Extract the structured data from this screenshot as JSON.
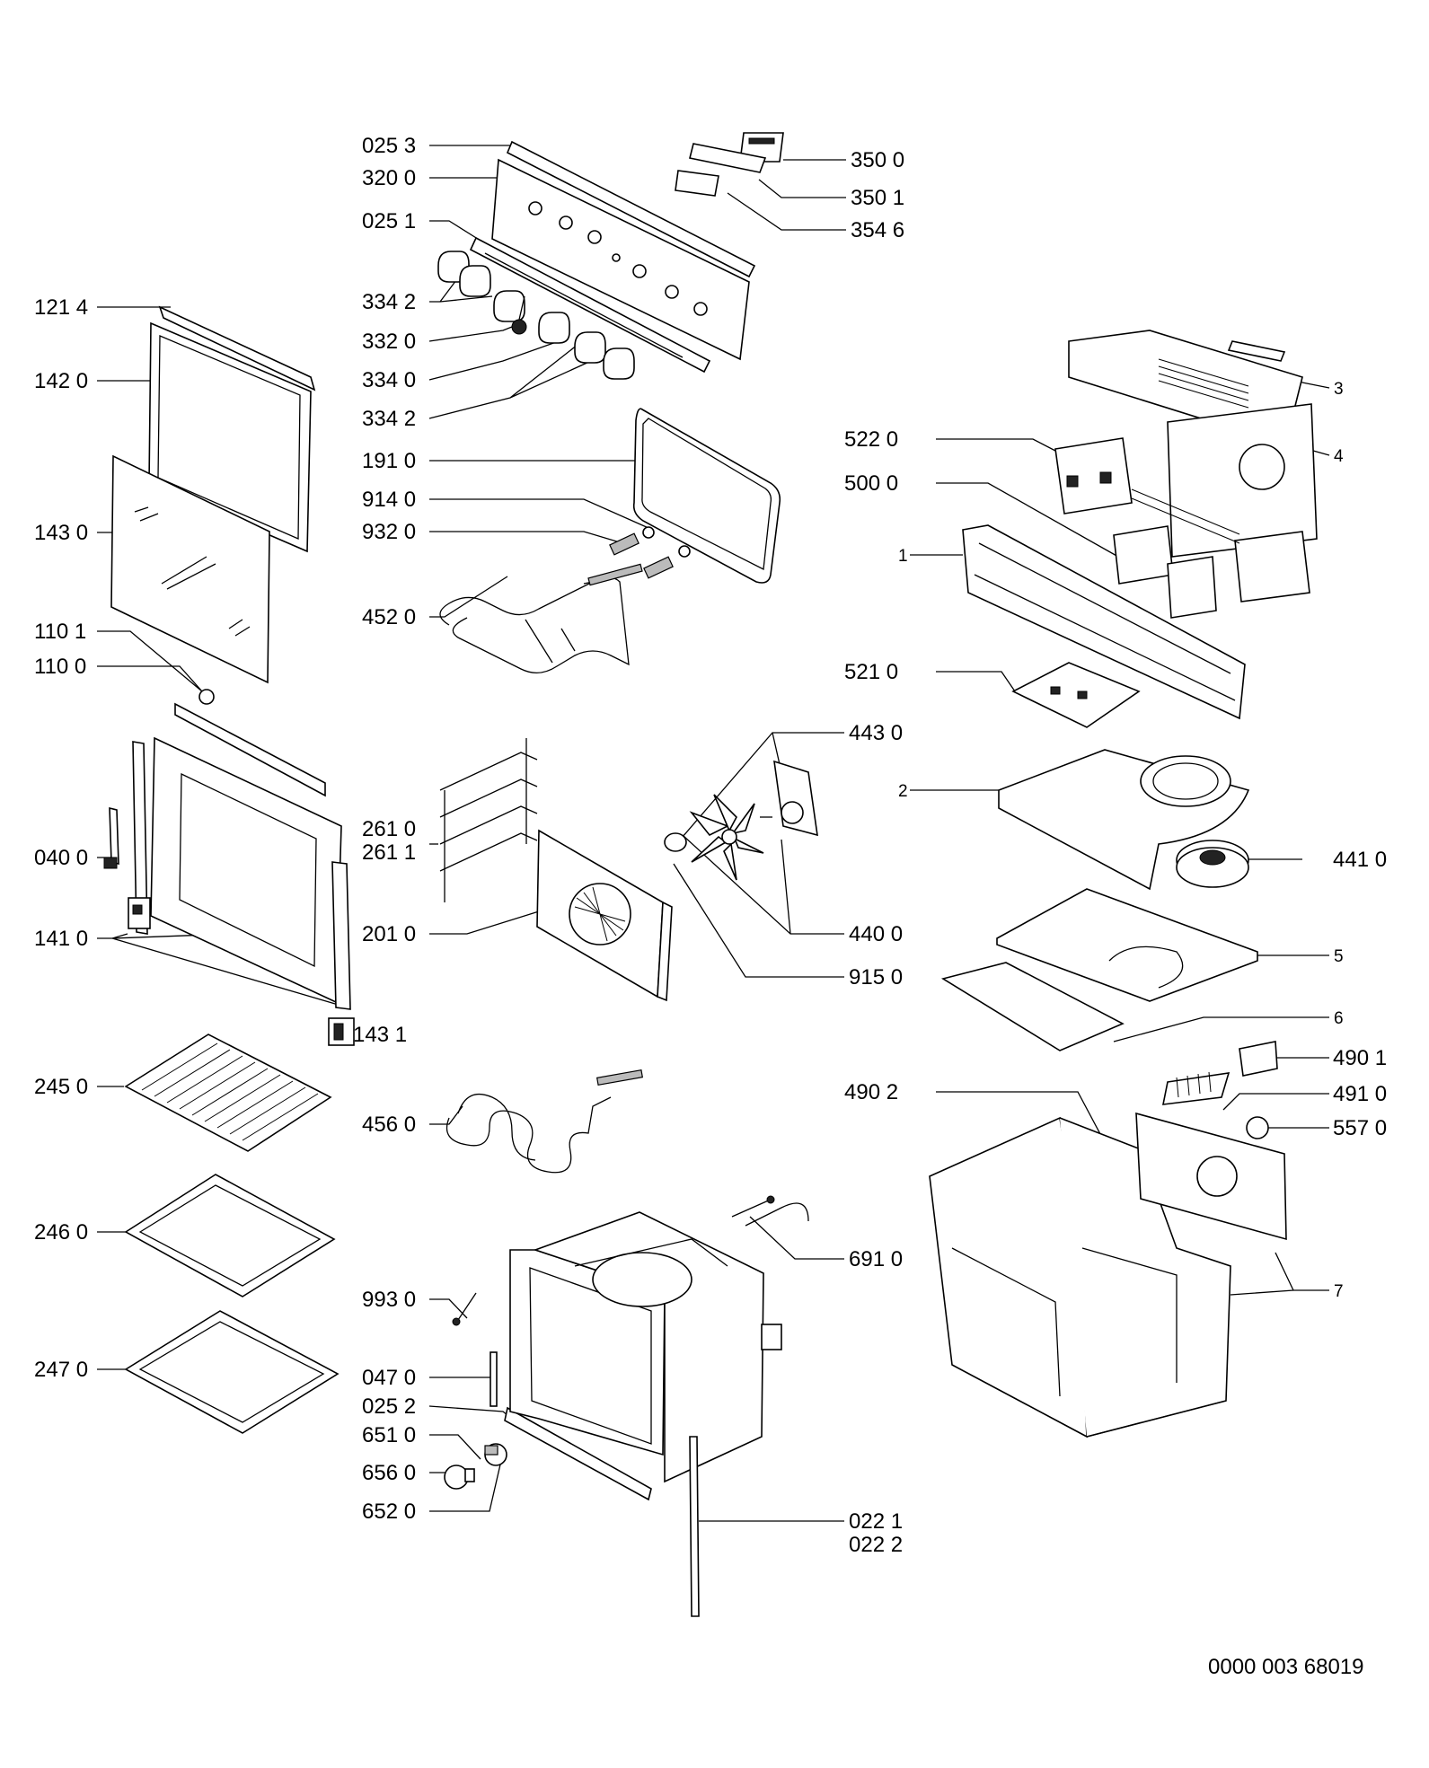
{
  "labels": {
    "l0253": "025 3",
    "l3200": "320 0",
    "l0251": "025 1",
    "l3342a": "334 2",
    "l3320": "332 0",
    "l3340": "334 0",
    "l3342b": "334 2",
    "l1910": "191 0",
    "l9140": "914 0",
    "l9320": "932 0",
    "l4520": "452 0",
    "l3500": "350 0",
    "l3501": "350 1",
    "l3546": "354 6",
    "l1214": "121 4",
    "l1420": "142 0",
    "l1430": "143 0",
    "l1101": "110 1",
    "l1100": "110 0",
    "l0400": "040 0",
    "l1410": "141 0",
    "l1431": "143 1",
    "l2450": "245 0",
    "l2460": "246 0",
    "l2470": "247 0",
    "l2610": "261 0",
    "l2611": "261 1",
    "l2010": "201 0",
    "l4560": "456 0",
    "l9930": "993 0",
    "l0470": "047 0",
    "l0252": "025 2",
    "l6510": "651 0",
    "l6560": "656 0",
    "l6520": "652 0",
    "l4430": "443 0",
    "l4400": "440 0",
    "l9150": "915 0",
    "l6910": "691 0",
    "l0221": "022 1",
    "l0222": "022 2",
    "l3": "3",
    "l4": "4",
    "l5220": "522 0",
    "l5000": "500 0",
    "l1": "1",
    "l5210": "521 0",
    "l2": "2",
    "l4410": "441 0",
    "l5": "5",
    "l6": "6",
    "l4901": "490 1",
    "l4902": "490 2",
    "l4910": "491 0",
    "l5570": "557 0",
    "l7": "7"
  },
  "document_code": "0000 003 68019",
  "icons": {
    "parts_drawing": "exploded-oven-parts-drawing"
  }
}
